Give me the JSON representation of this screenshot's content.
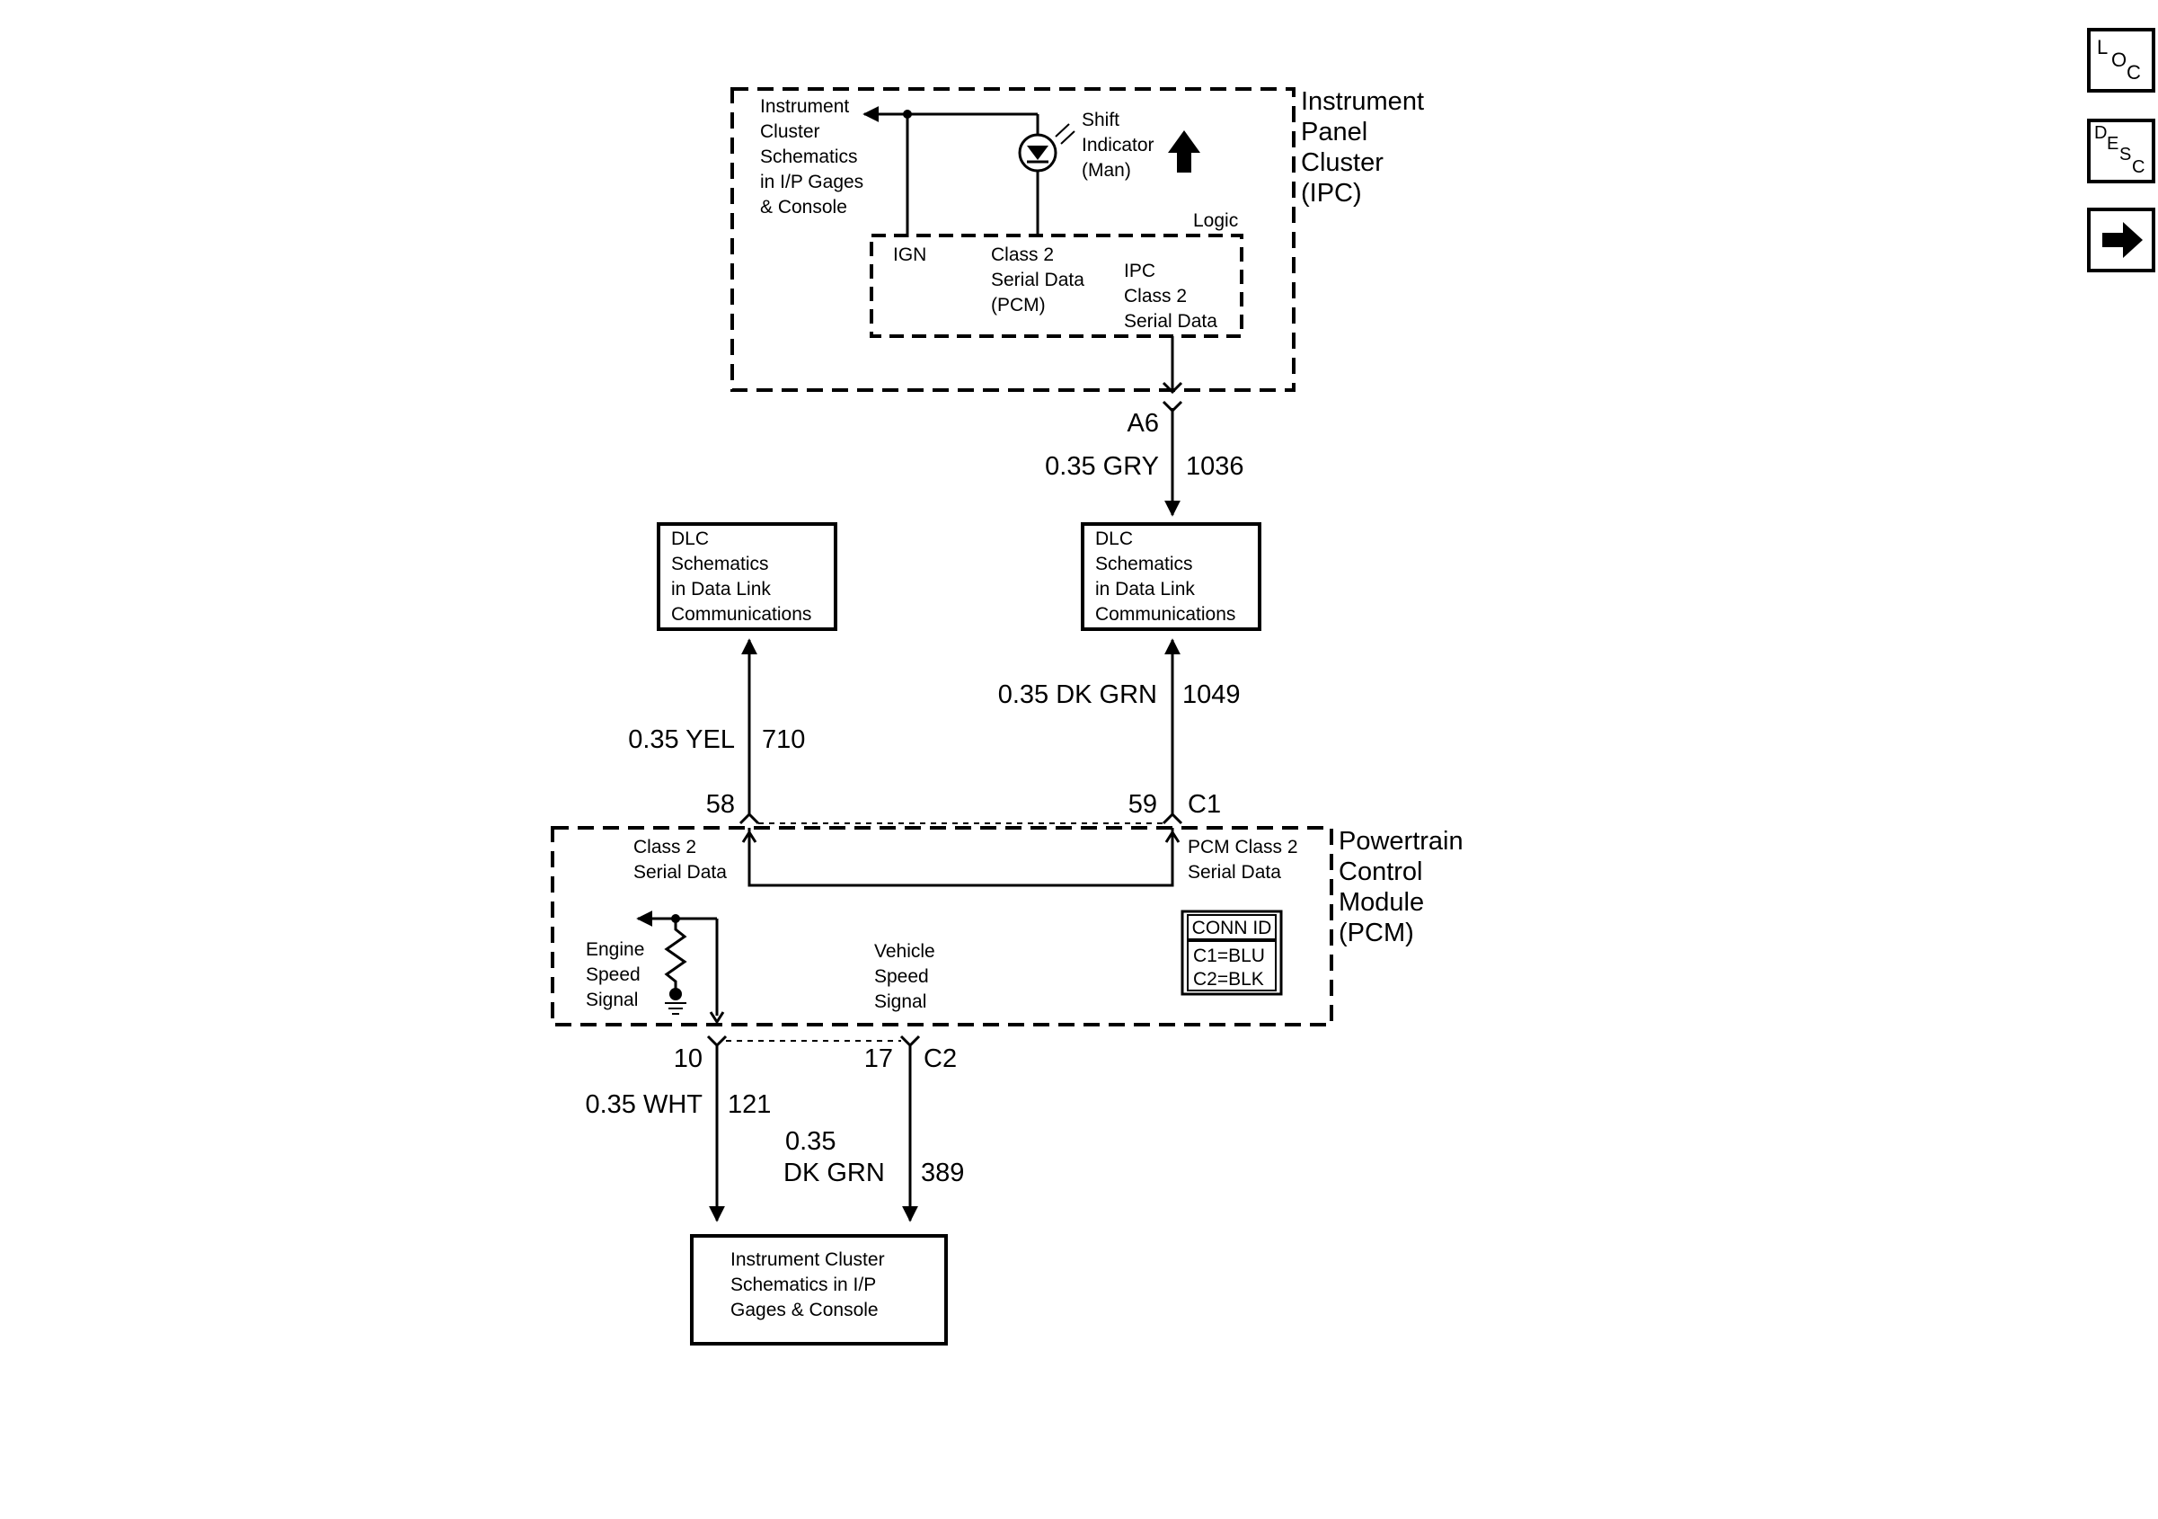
{
  "ipc": {
    "title": [
      "Instrument",
      "Panel",
      "Cluster",
      "(IPC)"
    ],
    "ref_note": [
      "Instrument",
      "Cluster",
      "Schematics",
      "in I/P Gages",
      "& Console"
    ],
    "shift_indicator": [
      "Shift",
      "Indicator",
      "(Man)"
    ],
    "logic_label": "Logic",
    "ign_label": "IGN",
    "class2_pcm": [
      "Class 2",
      "Serial Data",
      "(PCM)"
    ],
    "ipc_class2": [
      "IPC",
      "Class 2",
      "Serial Data"
    ]
  },
  "wire_ipc_dlc": {
    "pin": "A6",
    "wire": "0.35 GRY",
    "circuit": "1036"
  },
  "dlc_left": [
    "DLC",
    "Schematics",
    "in Data Link",
    "Communications"
  ],
  "dlc_right": [
    "DLC",
    "Schematics",
    "in Data Link",
    "Communications"
  ],
  "wire_yel": {
    "wire": "0.35 YEL",
    "circuit": "710",
    "pin": "58"
  },
  "wire_dkgrn_1049": {
    "wire": "0.35 DK GRN",
    "circuit": "1049",
    "pin": "59",
    "connector": "C1"
  },
  "pcm": {
    "title": [
      "Powertrain",
      "Control",
      "Module",
      "(PCM)"
    ],
    "class2_left": [
      "Class 2",
      "Serial Data"
    ],
    "class2_right": [
      "PCM Class 2",
      "Serial Data"
    ],
    "engine_speed": [
      "Engine",
      "Speed",
      "Signal"
    ],
    "vehicle_speed": [
      "Vehicle",
      "Speed",
      "Signal"
    ],
    "conn_id": {
      "header": "CONN ID",
      "rows": [
        "C1=BLU",
        "C2=BLK"
      ]
    }
  },
  "wire_wht": {
    "pin": "10",
    "wire": "0.35 WHT",
    "circuit": "121"
  },
  "wire_dkgrn_389": {
    "pin": "17",
    "connector": "C2",
    "wire_gauge": "0.35",
    "wire_color": "DK GRN",
    "circuit": "389"
  },
  "ic_box": [
    "Instrument Cluster",
    "Schematics in I/P",
    "Gages & Console"
  ],
  "nav": {
    "loc": [
      "L",
      "O",
      "C"
    ],
    "desc": [
      "D",
      "E",
      "S",
      "C"
    ],
    "next_icon": "arrow-right"
  }
}
